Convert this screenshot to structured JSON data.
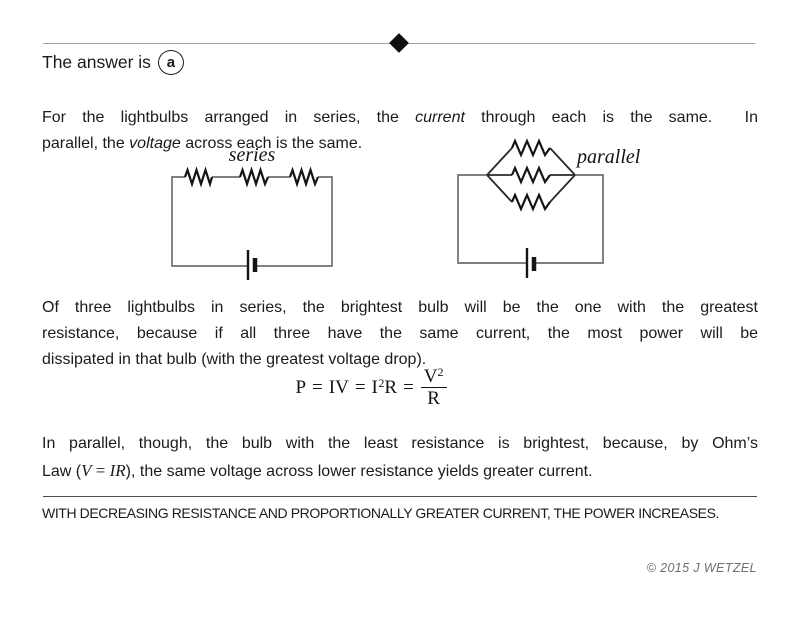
{
  "colors": {
    "background": "#ffffff",
    "text": "#1b1b1b",
    "top_rule": "#a3a3a3",
    "bottom_rule": "#4f4f4f",
    "wire": "#6e6e6e",
    "component": "#141414",
    "copyright": "#6e6e6e"
  },
  "header": {
    "answer_prefix": "The answer is",
    "answer_letter": "a"
  },
  "intro": {
    "l1s0": "For the lightbulbs arranged in series, the ",
    "l1s1": "current",
    "l1s2": " through each is the same.  In",
    "l2s0": "parallel, the ",
    "l2s1": "voltage",
    "l2s2": " across each is the same."
  },
  "diagrams": {
    "series_label": "series",
    "parallel_label": "parallel"
  },
  "series_explanation": {
    "l1": "Of three lightbulbs in series, the brightest bulb will be the one with the greatest",
    "l2": "resistance, because if all three have the same current, the most power will be",
    "l3": "dissipated in that bulb (with the greatest voltage drop)."
  },
  "formula": {
    "p": "P",
    "eq1": "=",
    "iv": "IV",
    "eq2": "=",
    "i_base": "I",
    "i_exp": "2",
    "r": "R",
    "eq3": "=",
    "num_base": "V",
    "num_exp": "2",
    "den": "R"
  },
  "parallel_explanation": {
    "l1": "In parallel, though, the bulb with the least resistance is brightest, because, by Ohm’s",
    "l2s0": "Law (",
    "l2_math_lhs": "V",
    "l2_math_eq": " = ",
    "l2_math_rhs": "IR",
    "l2s1": "), the same voltage across lower resistance yields greater current."
  },
  "footer": {
    "conclusion": "WITH DECREASING RESISTANCE AND PROPORTIONALLY GREATER CURRENT, THE POWER INCREASES.",
    "copyright": "© 2015 J WETZEL"
  }
}
